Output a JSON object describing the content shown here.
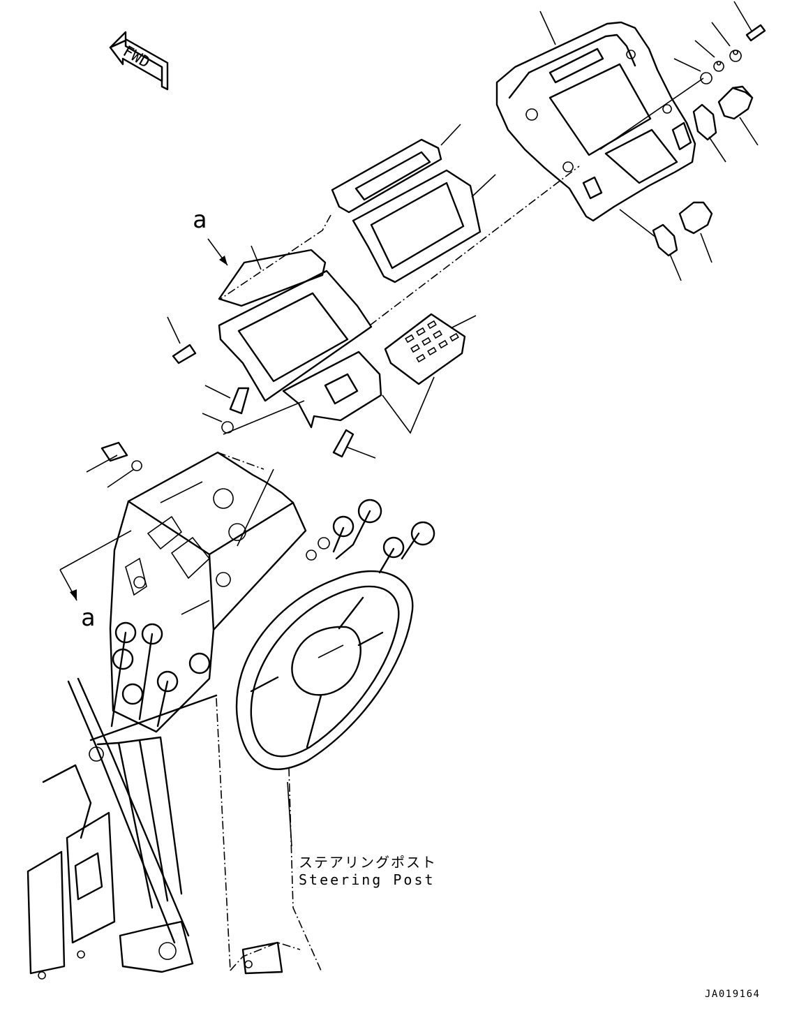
{
  "direction_label": "FWD",
  "callouts": {
    "view_letter": "a"
  },
  "labels": {
    "steering_post_jp": "ステアリングポスト",
    "steering_post_en": "Steering Post"
  },
  "drawing_id": "JA019164"
}
